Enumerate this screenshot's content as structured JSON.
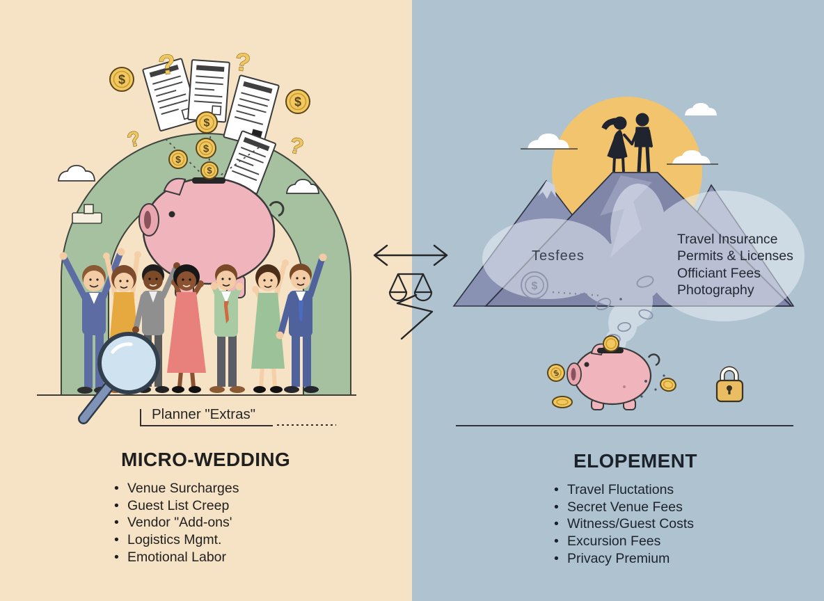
{
  "left_panel": {
    "background": "#f6e2c5",
    "title": "MICRO-WEDDING",
    "bullet": "•",
    "items": [
      "Venue Surcharges",
      "Guest List Creep",
      "Vendor \"Add-ons'",
      "Logistics Mgmt.",
      "Emotional Labor"
    ],
    "caption": "Planner \"Extras\""
  },
  "right_panel": {
    "background": "#aec2cf",
    "title": "ELOPEMENT",
    "bullet": "•",
    "items": [
      "Travel Fluctations",
      "Secret Venue Fees",
      "Witness/Guest Costs",
      "Excursion Fees",
      "Privacy Premium"
    ],
    "thought_label": "Tesfees",
    "mountain_items": [
      "Travel Insurance",
      "Permits & Licenses",
      "Officiant Fees",
      "Photography"
    ]
  },
  "symbols": {
    "dollar": "$",
    "question_mark": "?"
  },
  "colors": {
    "left_background": "#f6e2c5",
    "right_background": "#aec2cf",
    "arch_green": "#a6c1a0",
    "piggy_pink": "#efb4bc",
    "piggy_snout": "#e9a6ae",
    "coin_gold": "#f3c95f",
    "sun_gold": "#f2c46d",
    "mountain_blue": "#8086a8",
    "mountain_light": "#9aa0be",
    "lock_gold": "#eabd62",
    "outline_dark": "#3a3a3a",
    "text_dark": "#1f1f1f"
  }
}
